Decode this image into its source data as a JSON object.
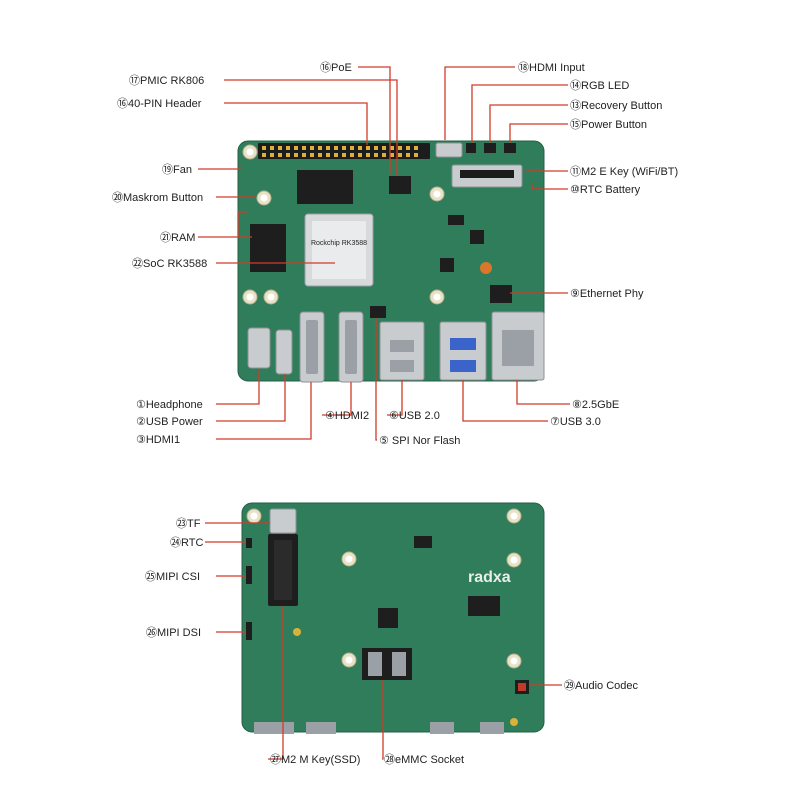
{
  "top_labels": [
    {
      "id": "poe",
      "text": "⑯PoE"
    },
    {
      "id": "hdmi-input",
      "text": "⑱HDMI Input"
    },
    {
      "id": "pmic",
      "text": "⑰PMIC RK806"
    },
    {
      "id": "rgb-led",
      "text": "⑭RGB LED"
    },
    {
      "id": "header40",
      "text": "⑯40-PIN Header"
    },
    {
      "id": "recovery",
      "text": "⑬Recovery Button"
    },
    {
      "id": "power-button",
      "text": "⑮Power Button"
    },
    {
      "id": "fan",
      "text": "⑲Fan"
    },
    {
      "id": "m2e",
      "text": "⑪M2 E Key (WiFi/BT)"
    },
    {
      "id": "maskrom",
      "text": "⑳Maskrom Button"
    },
    {
      "id": "rtc-battery",
      "text": "⑩RTC Battery"
    },
    {
      "id": "ram",
      "text": "㉑RAM"
    },
    {
      "id": "soc",
      "text": "㉒SoC RK3588"
    },
    {
      "id": "eth-phy",
      "text": "⑨Ethernet Phy"
    },
    {
      "id": "headphone",
      "text": "①Headphone"
    },
    {
      "id": "usb-power",
      "text": "②USB Power"
    },
    {
      "id": "hdmi1",
      "text": "③HDMI1"
    },
    {
      "id": "hdmi2",
      "text": "④HDMI2"
    },
    {
      "id": "usb2",
      "text": "⑥USB 2.0"
    },
    {
      "id": "spi-flash",
      "text": "⑤ SPI Nor Flash"
    },
    {
      "id": "ge",
      "text": "⑧2.5GbE"
    },
    {
      "id": "usb3",
      "text": "⑦USB 3.0"
    }
  ],
  "bottom_labels": [
    {
      "id": "tf",
      "text": "㉓TF"
    },
    {
      "id": "rtc",
      "text": "㉔RTC"
    },
    {
      "id": "mipi-csi",
      "text": "㉕MIPI CSI"
    },
    {
      "id": "mipi-dsi",
      "text": "㉖MIPI DSI"
    },
    {
      "id": "audio-codec",
      "text": "㉙Audio Codec"
    },
    {
      "id": "m2m",
      "text": "㉗M2 M Key(SSD)"
    },
    {
      "id": "emmc",
      "text": "㉘eMMC Socket"
    }
  ],
  "board_text": {
    "soc_marking": "Rockchip RK3588",
    "logo": "radxa"
  }
}
